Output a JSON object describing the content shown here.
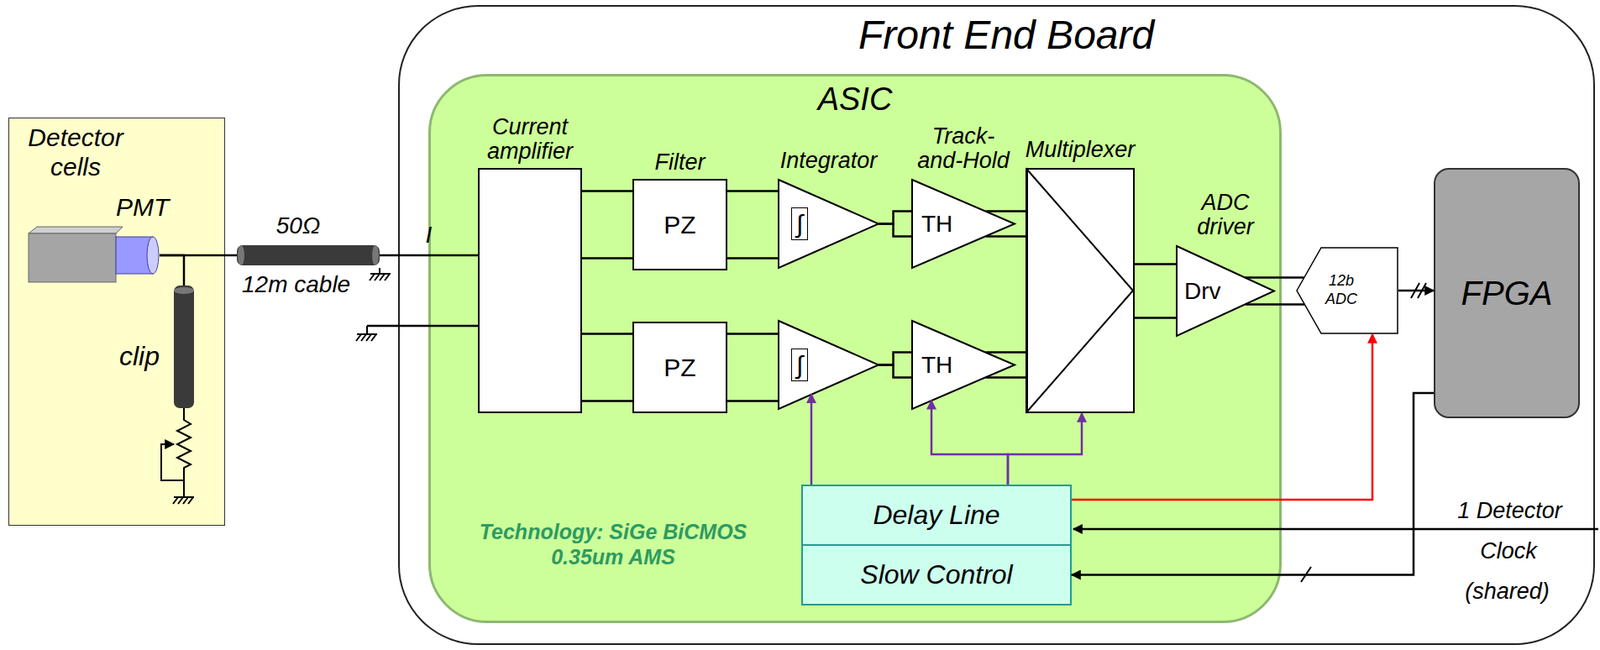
{
  "diagram": {
    "nodes": [
      {
        "text": [
          "Detector cells"
        ]
      },
      {
        "text": [
          "PMT"
        ],
        "in": 0
      },
      {
        "text": [
          "clip"
        ],
        "in": 0
      },
      {
        "text": [
          "50Ω",
          "12m cable"
        ]
      },
      {
        "text": [
          "Front End Board"
        ]
      },
      {
        "text": [
          "ASIC"
        ],
        "in": 4
      },
      {
        "text": [
          "Current amplifier"
        ],
        "in": 5
      },
      {
        "text": [
          "Filter",
          "PZ"
        ],
        "in": 5
      },
      {
        "text": [
          "PZ"
        ],
        "in": 5
      },
      {
        "text": [
          "Integrator",
          "∫"
        ],
        "in": 5
      },
      {
        "text": [
          "∫"
        ],
        "in": 5
      },
      {
        "text": [
          "Track- and-Hold",
          "TH"
        ],
        "in": 5
      },
      {
        "text": [
          "TH"
        ],
        "in": 5
      },
      {
        "text": [
          "Multiplexer"
        ],
        "in": 5
      },
      {
        "text": [
          "ADC driver",
          "Drv"
        ],
        "in": 5
      },
      {
        "text": [
          "Delay Line"
        ],
        "in": 5
      },
      {
        "text": [
          "Slow Control"
        ],
        "in": 5
      },
      {
        "text": [
          "12b ADC"
        ],
        "in": 4
      },
      {
        "text": [
          "FPGA"
        ],
        "in": 4
      }
    ],
    "edges": [
      {
        "from": 1,
        "to": 3,
        "arrow": "none"
      },
      {
        "from": 1,
        "to": 2,
        "arrow": "none"
      },
      {
        "from": 3,
        "to": 6,
        "label": "I",
        "arrow": "none"
      },
      {
        "from": 6,
        "to": 7,
        "arrow": "none"
      },
      {
        "from": 6,
        "to": 8,
        "arrow": "none"
      },
      {
        "from": 7,
        "to": 9,
        "arrow": "none"
      },
      {
        "from": 8,
        "to": 10,
        "arrow": "none"
      },
      {
        "from": 9,
        "to": 11,
        "arrow": "none"
      },
      {
        "from": 10,
        "to": 12,
        "arrow": "none"
      },
      {
        "from": 11,
        "to": 13,
        "arrow": "none"
      },
      {
        "from": 12,
        "to": 13,
        "arrow": "none"
      },
      {
        "from": 13,
        "to": 14,
        "arrow": "none"
      },
      {
        "from": 14,
        "to": 17,
        "arrow": "none"
      },
      {
        "from": 17,
        "to": 18,
        "arrow": "to"
      },
      {
        "from": 15,
        "to": 10,
        "arrow": "to"
      },
      {
        "from": 15,
        "to": 12,
        "arrow": "to"
      },
      {
        "from": 15,
        "to": 13,
        "arrow": "to"
      },
      {
        "from": 15,
        "to": 17,
        "arrow": "to"
      },
      {
        "from": 18,
        "to": 16,
        "arrow": "to"
      }
    ],
    "labels": [
      "Technology: SiGe BiCMOS 0.35um AMS",
      "1 Detector Clock (shared)"
    ]
  }
}
